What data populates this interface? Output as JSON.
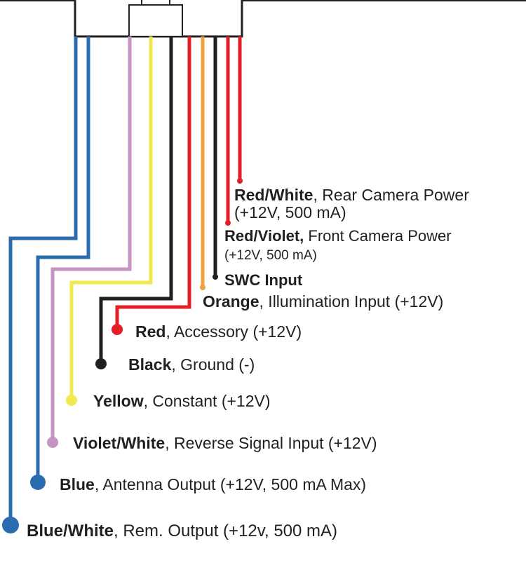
{
  "wires": [
    {
      "id": "red-white",
      "name": "Red/White",
      "desc": ", Rear Camera Power",
      "desc2": "(+12V, 500 mA)",
      "color": "#e31e24"
    },
    {
      "id": "red-violet",
      "name": "Red/Violet,",
      "desc": " Front Camera Power",
      "desc2": "(+12V, 500 mA)",
      "color": "#e31e24"
    },
    {
      "id": "swc",
      "name": "SWC Input",
      "desc": "",
      "color": "#231f20"
    },
    {
      "id": "orange",
      "name": "Orange",
      "desc": ", Illumination Input (+12V)",
      "color": "#eda339"
    },
    {
      "id": "red",
      "name": "Red",
      "desc": ", Accessory (+12V)",
      "color": "#e31e24"
    },
    {
      "id": "black",
      "name": "Black",
      "desc": ", Ground (-)",
      "color": "#231f20"
    },
    {
      "id": "yellow",
      "name": "Yellow",
      "desc": ", Constant (+12V)",
      "color": "#f2e94e"
    },
    {
      "id": "violet-white",
      "name": "Violet/White",
      "desc": ", Reverse Signal Input (+12V)",
      "color": "#c793c2"
    },
    {
      "id": "blue",
      "name": "Blue",
      "desc": ", Antenna Output (+12V, 500 mA Max)",
      "color": "#2b6cb0"
    },
    {
      "id": "blue-white",
      "name": "Blue/White",
      "desc": ", Rem. Output (+12v, 500 mA)",
      "color": "#2b6cb0"
    }
  ]
}
